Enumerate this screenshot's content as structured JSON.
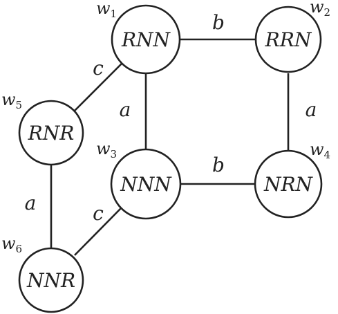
{
  "nodes": [
    {
      "id": "w1",
      "world": "w",
      "index": "1",
      "label": "RNN"
    },
    {
      "id": "w2",
      "world": "w",
      "index": "2",
      "label": "RRN"
    },
    {
      "id": "w3",
      "world": "w",
      "index": "3",
      "label": "NNN"
    },
    {
      "id": "w4",
      "world": "w",
      "index": "4",
      "label": "NRN"
    },
    {
      "id": "w5",
      "world": "w",
      "index": "5",
      "label": "RNR"
    },
    {
      "id": "w6",
      "world": "w",
      "index": "6",
      "label": "NNR"
    }
  ],
  "edges": [
    {
      "from": "w1",
      "to": "w2",
      "label": "b"
    },
    {
      "from": "w1",
      "to": "w3",
      "label": "a"
    },
    {
      "from": "w2",
      "to": "w4",
      "label": "a"
    },
    {
      "from": "w3",
      "to": "w4",
      "label": "b"
    },
    {
      "from": "w1",
      "to": "w5",
      "label": "c"
    },
    {
      "from": "w3",
      "to": "w6",
      "label": "c"
    },
    {
      "from": "w5",
      "to": "w6",
      "label": "a"
    }
  ]
}
